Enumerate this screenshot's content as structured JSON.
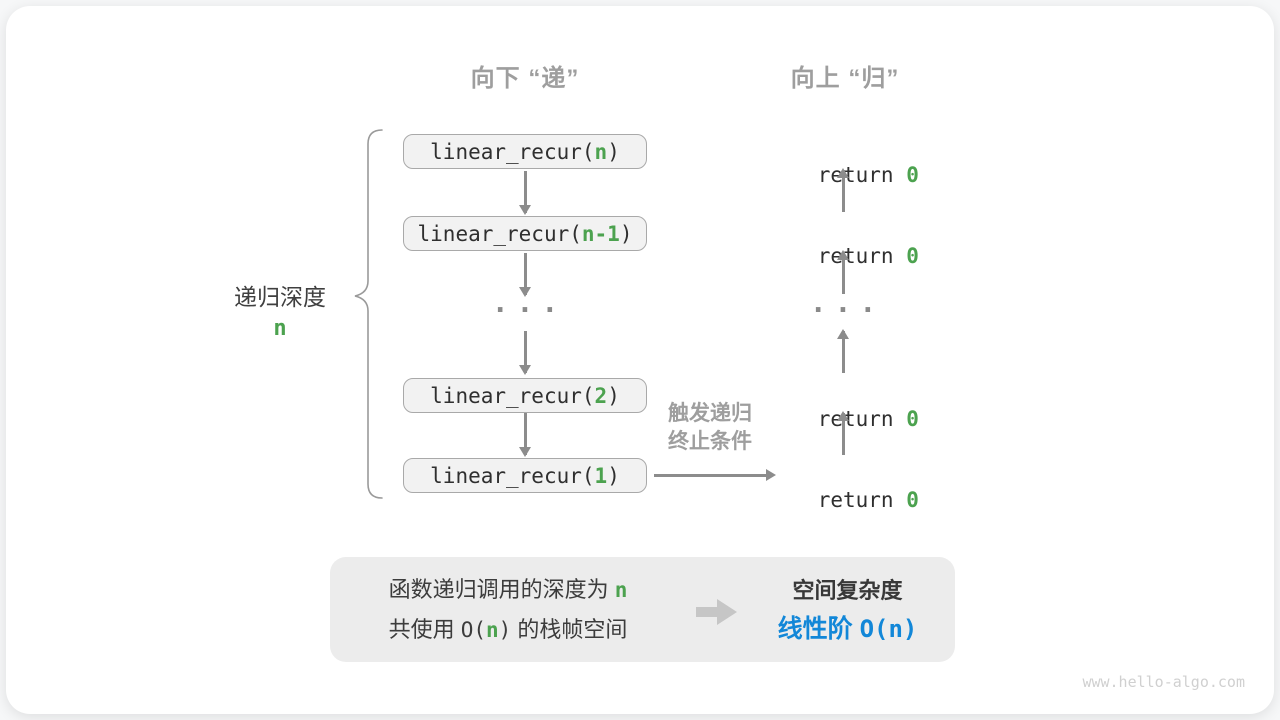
{
  "headers": {
    "down": "向下 “递”",
    "up": "向上 “归”"
  },
  "depth_label": {
    "text": "递归深度",
    "var": "n"
  },
  "call_stack": [
    {
      "pre": "linear_recur(",
      "arg": "n",
      "post": ")"
    },
    {
      "pre": "linear_recur(",
      "arg": "n-1",
      "post": ")"
    },
    {
      "pre": "linear_recur(",
      "arg": "2",
      "post": ")"
    },
    {
      "pre": "linear_recur(",
      "arg": "1",
      "post": ")"
    }
  ],
  "ellipsis": "···",
  "returns": [
    {
      "pre": "return ",
      "val": "0"
    },
    {
      "pre": "return ",
      "val": "0"
    },
    {
      "pre": "return ",
      "val": "0"
    },
    {
      "pre": "return ",
      "val": "0"
    }
  ],
  "base_case_label": {
    "line1": "触发递归",
    "line2": "终止条件"
  },
  "summary": {
    "line1_pre": "函数递归调用的深度为 ",
    "line1_var": "n",
    "line2_pre": "共使用 ",
    "line2_o_open": "O(",
    "line2_var": "n",
    "line2_o_close": ")",
    "line2_post": " 的栈帧空间",
    "right_title": "空间复杂度",
    "right_value_pre": "线性阶 ",
    "right_value_big_o": "O(n)"
  },
  "watermark": "www.hello-algo.com",
  "colors": {
    "green": "#4ca24f",
    "blue": "#1287d8",
    "label_gray": "#9e9e9e",
    "arrow_gray": "#8c8c8c",
    "box_fill": "#f2f2f2",
    "box_border": "#a9a9a9",
    "summary_fill": "#ececec"
  }
}
